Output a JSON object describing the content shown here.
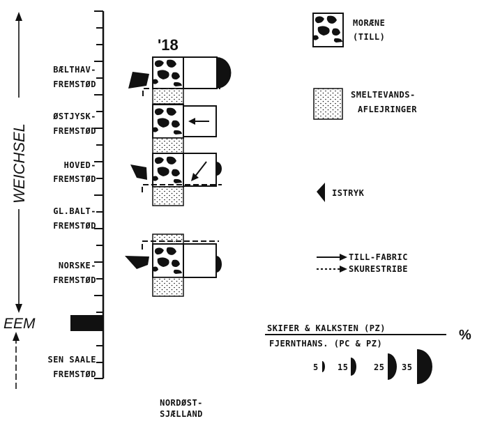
{
  "axis": {
    "weichsel": "WEICHSEL",
    "eem": "EEM"
  },
  "stages": [
    {
      "line1": "BÆLTHAV-",
      "line2": "FREMSTØD"
    },
    {
      "line1": "ØSTJYSK-",
      "line2": "FREMSTØD"
    },
    {
      "line1": "HOVED-",
      "line2": "FREMSTØD"
    },
    {
      "line1": "GL.BALT-",
      "line2": "FREMSTØD"
    },
    {
      "line1": "NORSKE-",
      "line2": "FREMSTØD"
    },
    {
      "line1": "SEN SAALE",
      "line2": "FREMSTØD"
    }
  ],
  "column": {
    "label": "'18",
    "location_line1": "NORDØST-",
    "location_line2": "SJÆLLAND"
  },
  "legend": {
    "morene": {
      "line1": "MORÆNE",
      "line2": "(TILL)"
    },
    "smeltevand": {
      "line1": "SMELTEVANDS-",
      "line2": "AFLEJRINGER"
    },
    "istryk": "ISTRYK",
    "till_fabric": "TILL-FABRIC",
    "skurestribe": "SKURESTRIBE",
    "ratio": {
      "numerator": "SKIFER & KALKSTEN (PZ)",
      "denominator": "FJERNTHANS. (PC & PZ)",
      "unit": "%"
    },
    "scale_values": [
      "5",
      "15",
      "25",
      "35"
    ]
  },
  "colors": {
    "ink": "#111111",
    "paper": "#ffffff"
  }
}
